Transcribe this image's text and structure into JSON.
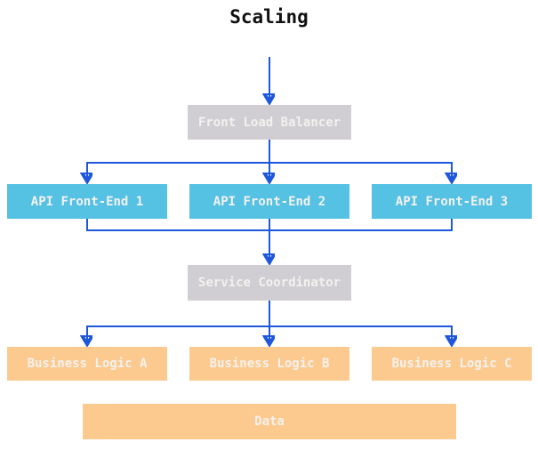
{
  "title": "Scaling",
  "colors": {
    "title_text": "#111111",
    "node_gray": "#d1ced3",
    "node_blue": "#55c1e3",
    "node_orange": "#fcca8e",
    "node_text": "#f3f1ee",
    "arrow_blue": "#1e56dc"
  },
  "nodes": {
    "load_balancer": {
      "label": "Front Load Balancer"
    },
    "api1": {
      "label": "API Front-End 1"
    },
    "api2": {
      "label": "API Front-End 2"
    },
    "api3": {
      "label": "API Front-End 3"
    },
    "coordinator": {
      "label": "Service Coordinator"
    },
    "logic_a": {
      "label": "Business Logic A"
    },
    "logic_b": {
      "label": "Business Logic B"
    },
    "logic_c": {
      "label": "Business Logic C"
    },
    "data": {
      "label": "Data"
    }
  }
}
